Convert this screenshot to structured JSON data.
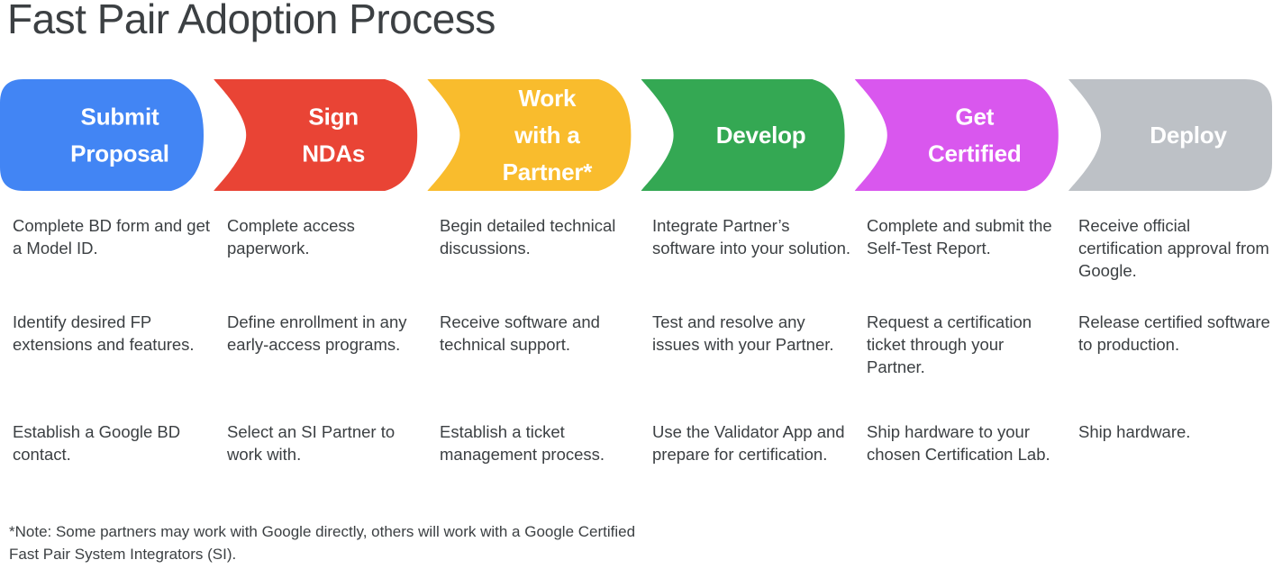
{
  "page": {
    "title": "Fast Pair Adoption Process",
    "text_color": "#3c4043"
  },
  "stages": [
    {
      "id": "submit-proposal",
      "label": "Submit Proposal",
      "label_lines": [
        "Submit",
        "Proposal"
      ],
      "color": "#4285f4",
      "bullets": [
        "Complete BD form and get a Model ID.",
        "Identify desired FP extensions and features.",
        "Establish a Google BD contact."
      ]
    },
    {
      "id": "sign-ndas",
      "label": "Sign NDAs",
      "label_lines": [
        "Sign",
        "NDAs"
      ],
      "color": "#e94435",
      "bullets": [
        "Complete access paperwork.",
        "Define enrollment in any early-access programs.",
        "Select an SI Partner to work with."
      ]
    },
    {
      "id": "work-with-a-partner",
      "label": "Work with a Partner*",
      "label_lines": [
        "Work",
        "with a",
        "Partner*"
      ],
      "color": "#f9bc2d",
      "bullets": [
        "Begin detailed technical discussions.",
        "Receive software and technical support.",
        "Establish a ticket management process."
      ]
    },
    {
      "id": "develop",
      "label": "Develop",
      "label_lines": [
        "Develop"
      ],
      "color": "#34a853",
      "bullets": [
        "Integrate Partner’s software into your solution.",
        "Test and resolve any issues with your Partner.",
        "Use the Validator App and prepare for certification."
      ]
    },
    {
      "id": "get-certified",
      "label": "Get Certified",
      "label_lines": [
        "Get",
        "Certified"
      ],
      "color": "#d957ee",
      "bullets": [
        "Complete and submit the Self-Test Report.",
        "Request a certification ticket through your Partner.",
        "Ship hardware to your chosen Certification Lab."
      ]
    },
    {
      "id": "deploy",
      "label": "Deploy",
      "label_lines": [
        "Deploy"
      ],
      "color": "#bdc1c6",
      "bullets": [
        "Receive official certification approval from Google.",
        "Release certified software to production.",
        "Ship hardware."
      ]
    }
  ],
  "footnote": "*Note: Some partners may work with Google directly, others will work with a Google Certified Fast Pair System Integrators (SI)."
}
